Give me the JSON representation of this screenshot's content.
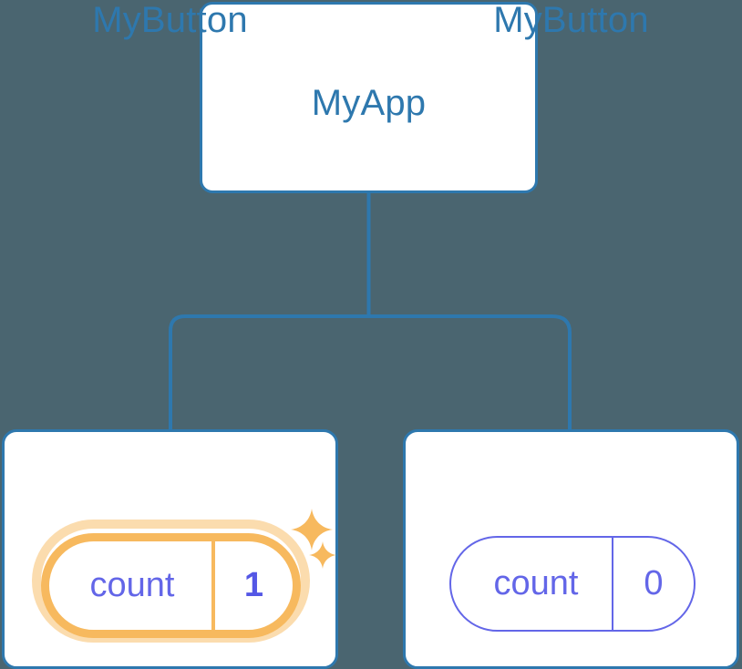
{
  "diagram": {
    "type": "component-tree",
    "background_color": "#4A6570",
    "connector_color": "#2E78AE",
    "node_border_color": "#2E78AE",
    "node_fill_color": "#FFFFFF",
    "title_color": "#2E78AE",
    "state_text_color": "#6366E8",
    "highlight_color": "#F7B95E",
    "highlight_glow_color": "#FBDCAE"
  },
  "root": {
    "title": "MyApp"
  },
  "children": [
    {
      "title": "MyButton",
      "state": {
        "key": "count",
        "value": "1"
      },
      "highlighted": true,
      "sparkles": [
        "sparkle-large",
        "sparkle-small"
      ]
    },
    {
      "title": "MyButton",
      "state": {
        "key": "count",
        "value": "0"
      },
      "highlighted": false
    }
  ]
}
